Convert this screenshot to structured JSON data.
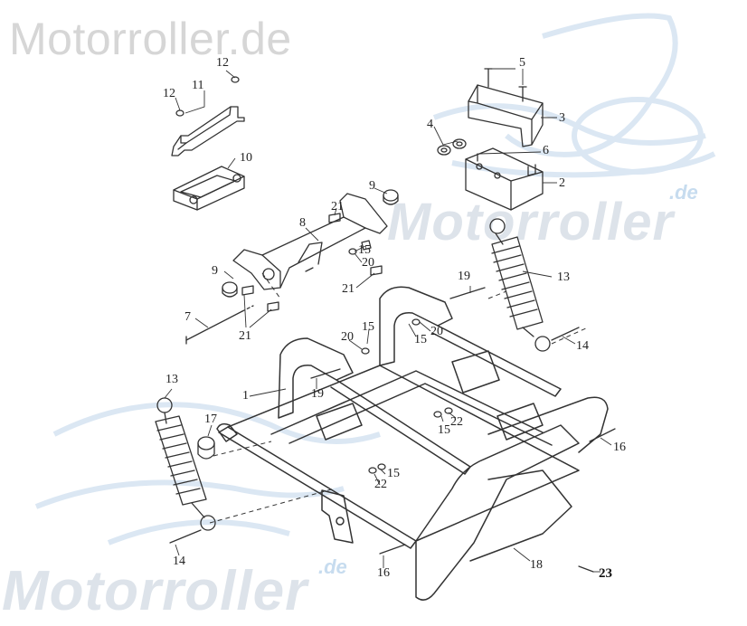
{
  "watermarks": {
    "top": "Motorroller.de",
    "middle": "Motorroller",
    "middle_suffix": ".de",
    "bottom": "Motorroller",
    "bottom_suffix": ".de"
  },
  "callouts": [
    {
      "id": "c-1",
      "text": "1"
    },
    {
      "id": "c-2",
      "text": "2"
    },
    {
      "id": "c-3",
      "text": "3"
    },
    {
      "id": "c-4",
      "text": "4"
    },
    {
      "id": "c-5",
      "text": "5"
    },
    {
      "id": "c-6",
      "text": "6"
    },
    {
      "id": "c-7",
      "text": "7"
    },
    {
      "id": "c-8",
      "text": "8"
    },
    {
      "id": "c-9a",
      "text": "9"
    },
    {
      "id": "c-9b",
      "text": "9"
    },
    {
      "id": "c-10",
      "text": "10"
    },
    {
      "id": "c-11",
      "text": "11"
    },
    {
      "id": "c-12a",
      "text": "12"
    },
    {
      "id": "c-12b",
      "text": "12"
    },
    {
      "id": "c-13a",
      "text": "13"
    },
    {
      "id": "c-13b",
      "text": "13"
    },
    {
      "id": "c-14a",
      "text": "14"
    },
    {
      "id": "c-14b",
      "text": "14"
    },
    {
      "id": "c-15a",
      "text": "15"
    },
    {
      "id": "c-15b",
      "text": "15"
    },
    {
      "id": "c-15c",
      "text": "15"
    },
    {
      "id": "c-15d",
      "text": "15"
    },
    {
      "id": "c-15e",
      "text": "15"
    },
    {
      "id": "c-16a",
      "text": "16"
    },
    {
      "id": "c-16b",
      "text": "16"
    },
    {
      "id": "c-17",
      "text": "17"
    },
    {
      "id": "c-18",
      "text": "18"
    },
    {
      "id": "c-19a",
      "text": "19"
    },
    {
      "id": "c-19b",
      "text": "19"
    },
    {
      "id": "c-20a",
      "text": "20"
    },
    {
      "id": "c-20b",
      "text": "20"
    },
    {
      "id": "c-20c",
      "text": "20"
    },
    {
      "id": "c-21a",
      "text": "21"
    },
    {
      "id": "c-21b",
      "text": "21"
    },
    {
      "id": "c-21c",
      "text": "21"
    },
    {
      "id": "c-22a",
      "text": "22"
    },
    {
      "id": "c-22b",
      "text": "22"
    },
    {
      "id": "c-23",
      "text": "23"
    }
  ],
  "colors": {
    "line": "#333333",
    "watermark_gray": "#d6d6d6",
    "watermark_blue": "#c7dcef"
  }
}
